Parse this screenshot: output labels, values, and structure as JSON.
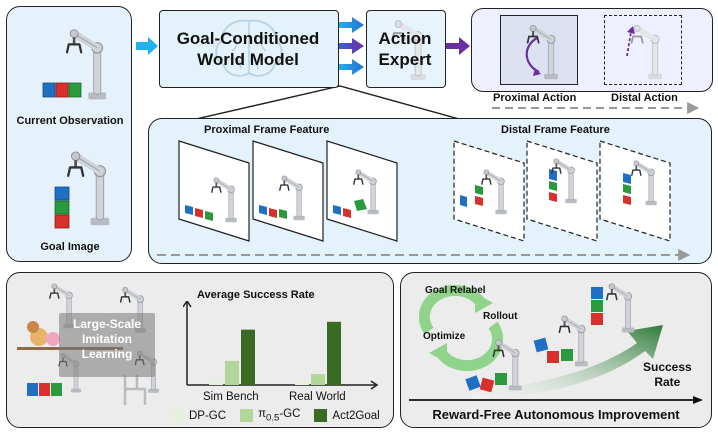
{
  "observation": {
    "current_label": "Current Observation",
    "goal_label": "Goal Image"
  },
  "world_model": {
    "line1": "Goal-Conditioned",
    "line2": "World Model"
  },
  "action_expert": {
    "line1": "Action",
    "line2": "Expert"
  },
  "actions": {
    "proximal": "Proximal Action",
    "distal": "Distal Action"
  },
  "features": {
    "proximal": "Proximal Frame Feature",
    "distal": "Distal Frame Feature"
  },
  "imitation": {
    "line1": "Large-Scale",
    "line2": "Imitation",
    "line3": "Learning"
  },
  "chart_data": {
    "type": "bar",
    "title": "Average Success Rate",
    "categories": [
      "Sim Bench",
      "Real World"
    ],
    "series": [
      {
        "name": "DP-GC",
        "values": [
          0.08,
          0.06
        ]
      },
      {
        "name": "π0.5-GC",
        "values": [
          0.31,
          0.14
        ]
      },
      {
        "name": "Act2Goal",
        "values": [
          0.71,
          0.81
        ]
      }
    ],
    "legend_html": [
      "DP-GC",
      "π<sub>0.5</sub>-GC",
      "Act2Goal"
    ],
    "colors": [
      "#e6f0dc",
      "#b3d69a",
      "#3a6b25"
    ],
    "ylim": [
      0,
      1
    ],
    "grid": false,
    "legend": "bottom"
  },
  "improvement": {
    "goal_relabel": "Goal Relabel",
    "rollout": "Rollout",
    "optimize": "Optimize",
    "success1": "Success",
    "success2": "Rate",
    "title": "Reward-Free Autonomous Improvement"
  },
  "colors": {
    "accent_blue": "#1fa8e8",
    "accent_purple": "#6a2fa0",
    "dark_green": "#3a6b25"
  }
}
